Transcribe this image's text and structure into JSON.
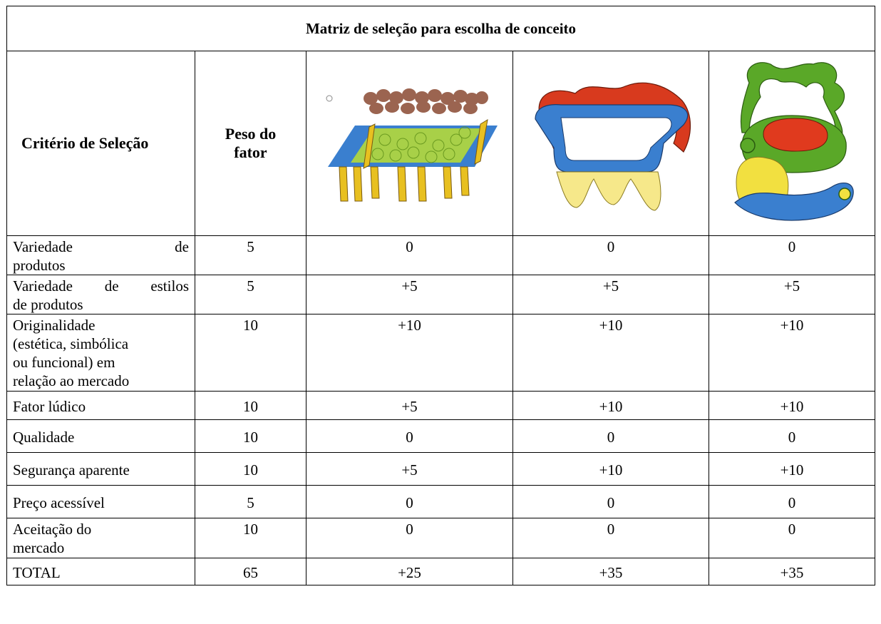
{
  "title": "Matriz de seleção para escolha de conceito",
  "header": {
    "criterion": "Critério de Seleção",
    "weight_line1": "Peso do",
    "weight_line2": "fator"
  },
  "concepts": [
    {
      "icon": "sketch-concept-1-icon",
      "colors": [
        "#8a4a32",
        "#9cc440",
        "#3a7fcf",
        "#e8c020"
      ]
    },
    {
      "icon": "sketch-concept-2-icon",
      "colors": [
        "#d83a1e",
        "#3a7fcf",
        "#f2e060"
      ]
    },
    {
      "icon": "sketch-concept-3-icon",
      "colors": [
        "#5aa828",
        "#e03a1e",
        "#f2e040",
        "#3a7fcf"
      ]
    }
  ],
  "rows": [
    {
      "line1": "Variedade",
      "line1b": "de",
      "line2": "produtos",
      "weight": "5",
      "c1": "0",
      "c2": "0",
      "c3": "0"
    },
    {
      "line1": "Variedade de estilos",
      "line2": "de produtos",
      "weight": "5",
      "c1": "+5",
      "c2": "+5",
      "c3": "+5"
    },
    {
      "lines": [
        "Originalidade",
        "(estética, simbólica",
        "ou funcional) em",
        "relação ao mercado"
      ],
      "weight": "10",
      "c1": "+10",
      "c2": "+10",
      "c3": "+10"
    },
    {
      "line1": "Fator lúdico",
      "weight": "10",
      "c1": "+5",
      "c2": "+10",
      "c3": "+10"
    },
    {
      "line1": "Qualidade",
      "weight": "10",
      "c1": "0",
      "c2": "0",
      "c3": "0"
    },
    {
      "line1": "Segurança aparente",
      "weight": "10",
      "c1": "+5",
      "c2": "+10",
      "c3": "+10"
    },
    {
      "line1": "Preço acessível",
      "weight": "5",
      "c1": "0",
      "c2": "0",
      "c3": "0"
    },
    {
      "line1": "Aceitação do",
      "line2": "mercado",
      "weight": "10",
      "c1": "0",
      "c2": "0",
      "c3": "0"
    }
  ],
  "total": {
    "label": "TOTAL",
    "weight": "65",
    "c1": "+25",
    "c2": "+35",
    "c3": "+35"
  }
}
